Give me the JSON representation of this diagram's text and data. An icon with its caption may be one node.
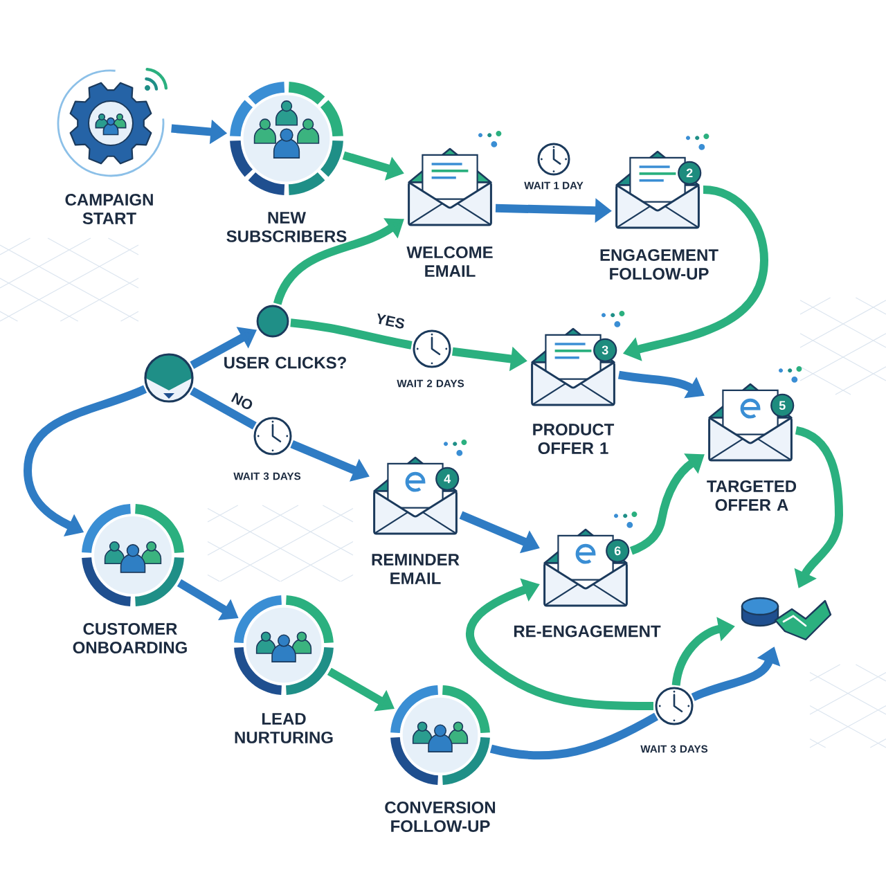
{
  "diagram": {
    "nodes": [
      {
        "text": [
          "CAMPAIGN START"
        ]
      },
      {
        "text": [
          "NEW SUBSCRIBERS"
        ]
      },
      {
        "text": [
          "WELCOME EMAIL"
        ]
      },
      {
        "text": [
          "2",
          "ENGAGEMENT FOLLOW-UP"
        ]
      },
      {
        "text": [],
        "shape": "circle"
      },
      {
        "text": [
          "USER CLICKS?"
        ]
      },
      {
        "text": [
          "WAIT 2 DAYS"
        ]
      },
      {
        "text": [
          "3",
          "PRODUCT OFFER 1"
        ]
      },
      {
        "text": [
          "WAIT 3 DAYS"
        ]
      },
      {
        "text": [
          "4",
          "REMINDER EMAIL"
        ]
      },
      {
        "text": [
          "5",
          "TARGETED OFFER A"
        ]
      },
      {
        "text": [
          "6",
          "RE-ENGAGEMENT"
        ]
      },
      {
        "text": [
          "CUSTOMER ONBOARDING"
        ]
      },
      {
        "text": [
          "LEAD NURTURING"
        ]
      },
      {
        "text": [
          "CONVERSION FOLLOW-UP"
        ]
      },
      {
        "text": [
          "WAIT 3 DAYS"
        ]
      },
      {
        "text": [],
        "shape": "cylinder"
      }
    ],
    "edges": [
      {
        "from": 0,
        "to": 1,
        "arrow": "to"
      },
      {
        "from": 1,
        "to": 2,
        "arrow": "to",
        "color": "#2bb07f"
      },
      {
        "from": 2,
        "to": 3,
        "arrow": "to",
        "label": "WAIT 1 DAY"
      },
      {
        "from": 3,
        "to": 7,
        "arrow": "to",
        "color": "#2bb07f"
      },
      {
        "from": 4,
        "to": 5,
        "arrow": "to"
      },
      {
        "from": 5,
        "to": 2,
        "arrow": "to",
        "color": "#2bb07f"
      },
      {
        "from": 5,
        "to": 6,
        "arrow": "none",
        "label": "YES",
        "color": "#2bb07f"
      },
      {
        "from": 6,
        "to": 7,
        "arrow": "to",
        "color": "#2bb07f"
      },
      {
        "from": 4,
        "to": 8,
        "arrow": "none",
        "label": "NO"
      },
      {
        "from": 8,
        "to": 9,
        "arrow": "to"
      },
      {
        "from": 7,
        "to": 10,
        "arrow": "to"
      },
      {
        "from": 9,
        "to": 11,
        "arrow": "to"
      },
      {
        "from": 11,
        "to": 10,
        "arrow": "to",
        "color": "#2bb07f"
      },
      {
        "from": 10,
        "to": 16,
        "arrow": "to",
        "color": "#2bb07f"
      },
      {
        "from": 4,
        "to": 12,
        "arrow": "to"
      },
      {
        "from": 12,
        "to": 13,
        "arrow": "to"
      },
      {
        "from": 13,
        "to": 14,
        "arrow": "to",
        "color": "#2bb07f"
      },
      {
        "from": 14,
        "to": 15,
        "arrow": "none"
      },
      {
        "from": 15,
        "to": 11,
        "arrow": "to",
        "color": "#2bb07f"
      },
      {
        "from": 15,
        "to": 16,
        "arrow": "to",
        "color": "#2bb07f"
      },
      {
        "from": 15,
        "to": 16,
        "arrow": "to"
      }
    ]
  }
}
